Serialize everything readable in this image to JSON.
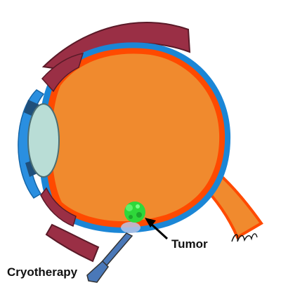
{
  "labels": {
    "tumor": "Tumor",
    "cryotherapy": "Cryotherapy"
  },
  "colors": {
    "vitreous": "#f08a2e",
    "retina": "#ff4a00",
    "choroid": "#1b86d6",
    "sclera": "#8b2a3e",
    "muscle": "#9a2f45",
    "lens": "#b9ddd6",
    "cornea": "#2a8fe0",
    "tumor": "#2ed83a",
    "probe": "#4a78b8",
    "cryo_frost": "#b9c6e6"
  },
  "icons": {
    "signature": "artist-signature"
  }
}
